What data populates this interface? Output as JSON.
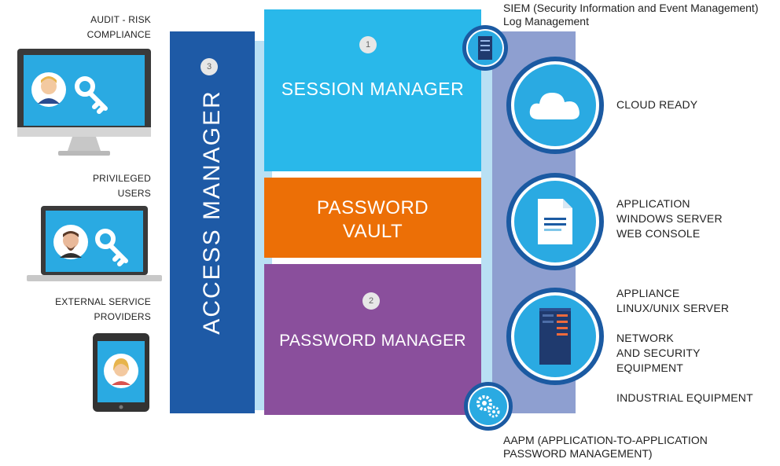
{
  "left": {
    "audit_label_1": "AUDIT - RISK",
    "audit_label_2": "COMPLIANCE",
    "privileged_label_1": "PRIVILEGED",
    "privileged_label_2": "USERS",
    "external_label_1": "EXTERNAL SERVICE",
    "external_label_2": "PROVIDERS"
  },
  "access_manager": {
    "label": "ACCESS MANAGER",
    "number": "3"
  },
  "session_manager": {
    "label": "SESSION MANAGER",
    "number": "1"
  },
  "password_vault": {
    "line1": "PASSWORD",
    "line2": "VAULT"
  },
  "password_manager": {
    "label": "PASSWORD MANAGER",
    "number": "2"
  },
  "top_right": {
    "line1": "SIEM (Security Information and Event Management)",
    "line2": "Log Management"
  },
  "right": {
    "cloud": "CLOUD READY",
    "app_line1": "APPLICATION",
    "app_line2": "WINDOWS SERVER",
    "app_line3": "WEB CONSOLE",
    "appliance_line1": "APPLIANCE",
    "appliance_line2": "LINUX/UNIX SERVER",
    "network_line1": "NETWORK",
    "network_line2": "AND SECURITY",
    "network_line3": "EQUIPMENT",
    "industrial": "INDUSTRIAL EQUIPMENT"
  },
  "bottom_right": {
    "line1": "AAPM (APPLICATION-TO-APPLICATION",
    "line2": "PASSWORD MANAGEMENT)"
  },
  "colors": {
    "access": "#1e5aa6",
    "session": "#29b8ea",
    "vault": "#ec6f06",
    "password_manager": "#8a4f9c",
    "right_strip": "#8e9fd0"
  }
}
